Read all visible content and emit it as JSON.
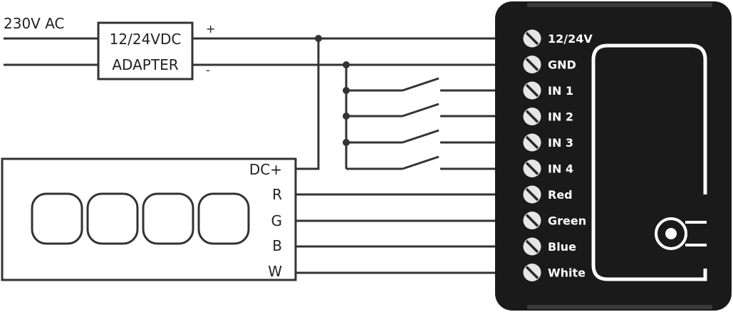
{
  "power_input": {
    "label": "230V AC"
  },
  "adapter": {
    "line1": "12/24VDC",
    "line2": "ADAPTER",
    "plus_label": "+",
    "minus_label": "-"
  },
  "led_strip": {
    "ports": [
      "DC+",
      "R",
      "G",
      "B",
      "W"
    ],
    "led_count": 4
  },
  "controller": {
    "terminals": [
      "12/24V",
      "GND",
      "IN 1",
      "IN 2",
      "IN 3",
      "IN 4",
      "Red",
      "Green",
      "Blue",
      "White"
    ]
  },
  "switches": [
    "IN 1",
    "IN 2",
    "IN 3",
    "IN 4"
  ],
  "colors": {
    "wire": "#333333",
    "device_body": "#1a1a1a",
    "terminal_fill": "#e6e6e6",
    "label_text": "#ffffff"
  }
}
